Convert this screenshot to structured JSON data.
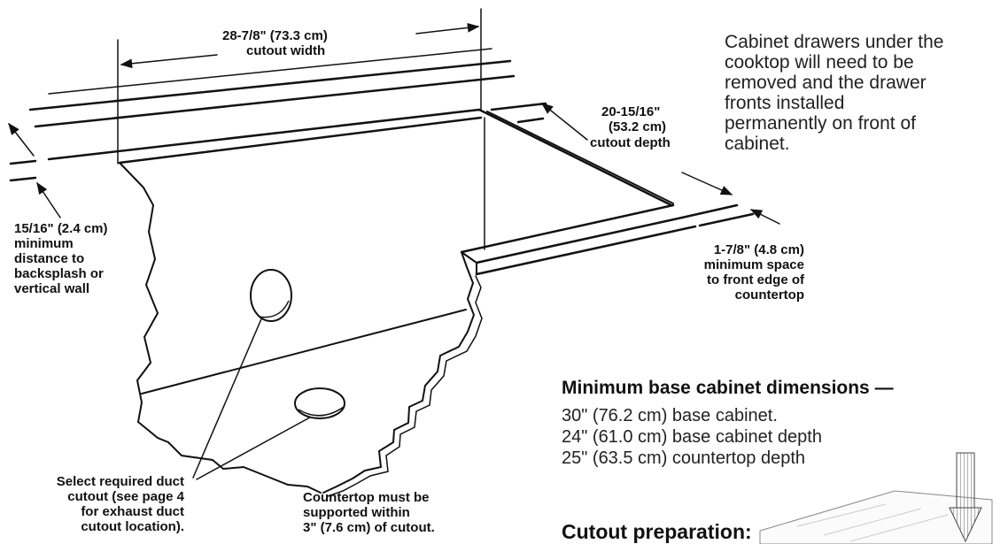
{
  "labels": {
    "cutout_width_value": "28-7/8\" (73.3 cm)",
    "cutout_width_label": "cutout width",
    "cutout_depth_value": "20-15/16\"",
    "cutout_depth_metric": "(53.2 cm)",
    "cutout_depth_label": "cutout depth",
    "min_dist_lines": [
      "15/16\" (2.4 cm)",
      "minimum",
      "distance to",
      "backsplash or",
      "vertical wall"
    ],
    "front_space_lines": [
      "1-7/8\" (4.8 cm)",
      "minimum space",
      "to front edge of",
      "countertop"
    ],
    "duct_lines": [
      "Select required duct",
      "cutout (see page 4",
      "for exhaust duct",
      "cutout location)."
    ],
    "support_lines": [
      "Countertop must be",
      "supported within",
      "3\" (7.6 cm) of cutout."
    ]
  },
  "note": {
    "lines": [
      "Cabinet drawers under the",
      "cooktop will need to be",
      "removed and the drawer",
      "fronts installed",
      "permanently on front of",
      "cabinet."
    ]
  },
  "cabinet": {
    "heading": "Minimum base cabinet dimensions —",
    "dims": [
      "30\" (76.2 cm) base cabinet.",
      "24\" (61.0 cm) base cabinet depth",
      "25\" (63.5 cm) countertop depth"
    ]
  },
  "prep": {
    "heading": "Cutout preparation:"
  }
}
